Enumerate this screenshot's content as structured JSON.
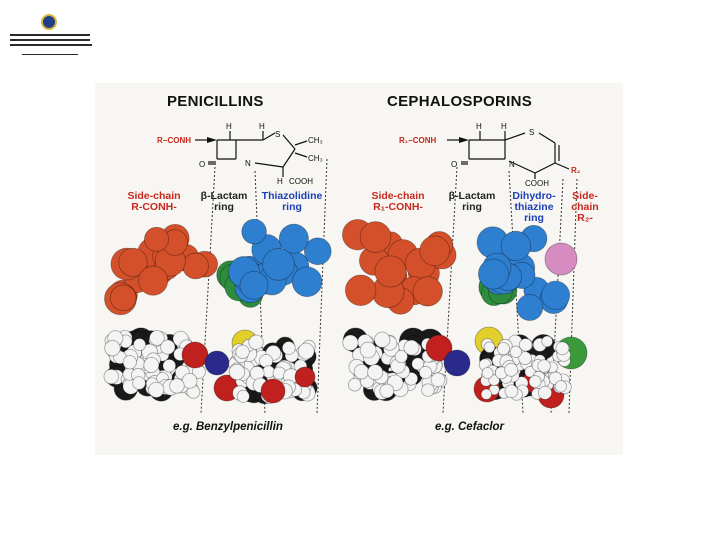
{
  "logo": {
    "icon": "university-seal-icon"
  },
  "penicillins": {
    "heading": "PENICILLINS",
    "structure": {
      "side_group": "R−CONH",
      "h1": "H",
      "h2": "H",
      "s": "S",
      "ch3_a": "CH₃",
      "ch3_b": "CH₃",
      "o": "O",
      "n": "N",
      "h3": "H",
      "cooh": "COOH"
    },
    "labels": {
      "side_chain": "Side-chain R-CONH-",
      "lactam": "β-Lactam ring",
      "thiazolidine": "Thiazolidine ring"
    },
    "caption": "e.g. Benzylpenicillin"
  },
  "cephalosporins": {
    "heading": "CEPHALOSPORINS",
    "structure": {
      "side_group": "R₁−CONH",
      "h1": "H",
      "h2": "H",
      "s": "S",
      "o": "O",
      "n": "N",
      "r2": "R₂",
      "cooh": "COOH"
    },
    "labels": {
      "side_chain": "Side-chain R₁-CONH-",
      "lactam": "β-Lactam ring",
      "dihydrothiazine": "Dihydro-thiazine ring",
      "side_chain_2": "Side-chain R₂-"
    },
    "caption": "e.g. Cefaclor"
  },
  "colors": {
    "side_chain": "#d4502a",
    "lactam": "#2e8c3e",
    "ring": "#2f7fd0",
    "r2": "#d68cc0",
    "carbon": "#1a1a1a",
    "hydrogen": "#f4f4f4",
    "oxygen": "#c0201e",
    "nitrogen": "#2a2a8c",
    "sulfur": "#e2cf2c",
    "chlorine": "#3a9a3a"
  }
}
